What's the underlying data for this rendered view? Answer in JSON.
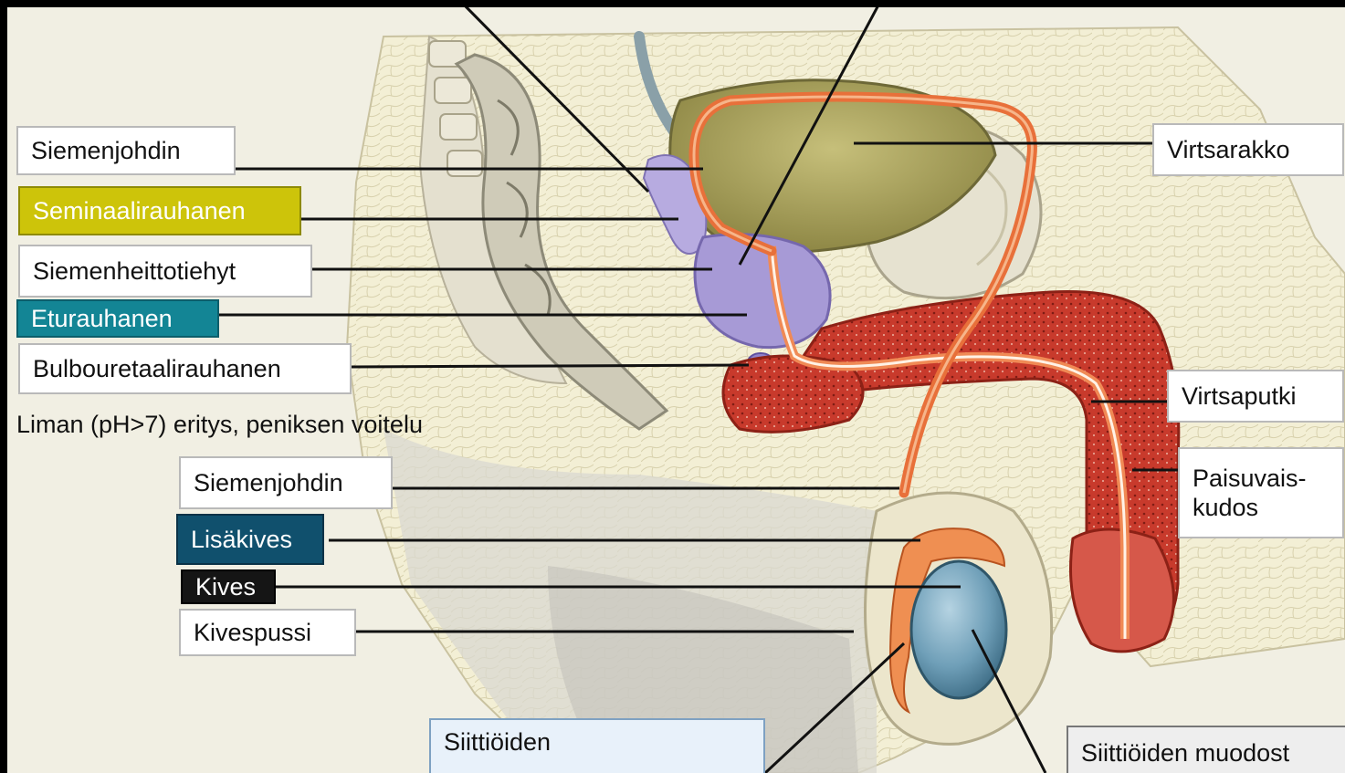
{
  "labels": {
    "siemenjohdin_top": "Siemenjohdin",
    "seminaalirauhanen": "Seminaalirauhanen",
    "siemenheittotiehyt": "Siemenheittotiehyt",
    "eturauhanen": "Eturauhanen",
    "bulbouretaalirauhanen": "Bulbouretaalirauhanen",
    "liman_note": "Liman (pH>7) eritys, peniksen voitelu",
    "siemenjohdin_mid": "Siemenjohdin",
    "lisakives": "Lisäkives",
    "kives": "Kives",
    "kivespussi": "Kivespussi",
    "virtsarakko": "Virtsarakko",
    "virtsaputki": "Virtsaputki",
    "paisuvais_line1": "Paisuvais-",
    "paisuvais_line2": "kudos",
    "siittioiden_bottom_left": "Siittiöiden",
    "siittioiden_bottom_right": "Siittiöiden muodost"
  },
  "colors": {
    "label_yellow": "#cdc40a",
    "label_teal": "#138595",
    "label_navy": "#10506d",
    "label_black": "#151515",
    "tissue_red": "#c8392c",
    "duct_orange": "#e8703a",
    "gland_purple": "#a79ad6",
    "testis_blue": "#6f9fb8",
    "bladder_olive": "#a8a15a",
    "background_cream": "#f2eed7"
  },
  "icons": [
    "anatomical-illustration"
  ]
}
